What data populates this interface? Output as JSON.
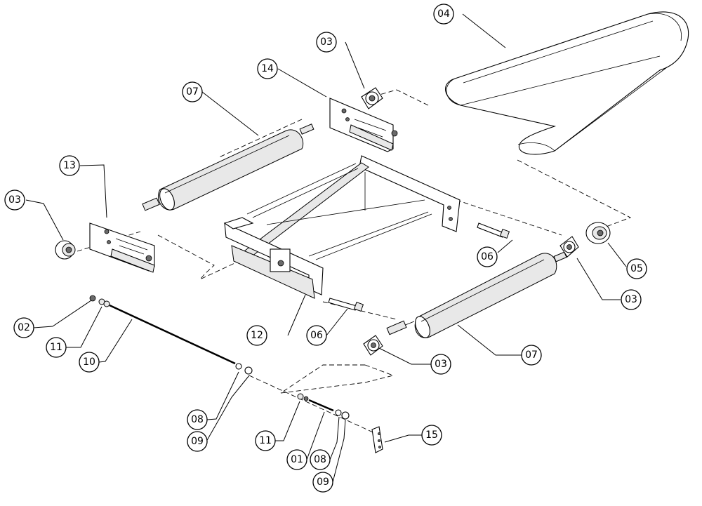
{
  "diagram": {
    "callouts": [
      {
        "id": "c01",
        "label": "01"
      },
      {
        "id": "c02",
        "label": "02"
      },
      {
        "id": "c03a",
        "label": "03"
      },
      {
        "id": "c03b",
        "label": "03"
      },
      {
        "id": "c03c",
        "label": "03"
      },
      {
        "id": "c03d",
        "label": "03"
      },
      {
        "id": "c04",
        "label": "04"
      },
      {
        "id": "c05",
        "label": "05"
      },
      {
        "id": "c06a",
        "label": "06"
      },
      {
        "id": "c06b",
        "label": "06"
      },
      {
        "id": "c07a",
        "label": "07"
      },
      {
        "id": "c07b",
        "label": "07"
      },
      {
        "id": "c08a",
        "label": "08"
      },
      {
        "id": "c08b",
        "label": "08"
      },
      {
        "id": "c09a",
        "label": "09"
      },
      {
        "id": "c09b",
        "label": "09"
      },
      {
        "id": "c10",
        "label": "10"
      },
      {
        "id": "c11a",
        "label": "11"
      },
      {
        "id": "c11b",
        "label": "11"
      },
      {
        "id": "c12",
        "label": "12"
      },
      {
        "id": "c13",
        "label": "13"
      },
      {
        "id": "c14",
        "label": "14"
      },
      {
        "id": "c15",
        "label": "15"
      }
    ],
    "colors": {
      "line": "#000000",
      "background": "#ffffff",
      "shade": "#e8e8e8"
    }
  }
}
